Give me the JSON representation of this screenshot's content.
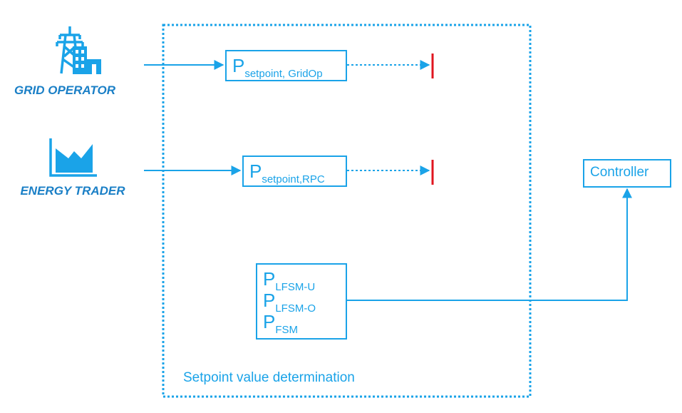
{
  "actors": {
    "grid_operator": {
      "label": "GRID OPERATOR",
      "icon": "power-tower-city-icon"
    },
    "energy_trader": {
      "label": "ENERGY TRADER",
      "icon": "industry-chart-icon"
    }
  },
  "frame": {
    "label": "Setpoint value determination"
  },
  "setpoints": {
    "gridop": {
      "symbol": "P",
      "subscript": "setpoint, GridOp"
    },
    "rpc": {
      "symbol": "P",
      "subscript": "setpoint,RPC"
    },
    "lfsm_u": {
      "symbol": "P",
      "subscript": "LFSM-U"
    },
    "lfsm_o": {
      "symbol": "P",
      "subscript": "LFSM-O"
    },
    "fsm": {
      "symbol": "P",
      "subscript": "FSM"
    }
  },
  "controller": {
    "label": "Controller"
  },
  "colors": {
    "primary": "#1aa3e8",
    "actor_text": "#1a7fc6",
    "blocked": "#e0161f"
  }
}
